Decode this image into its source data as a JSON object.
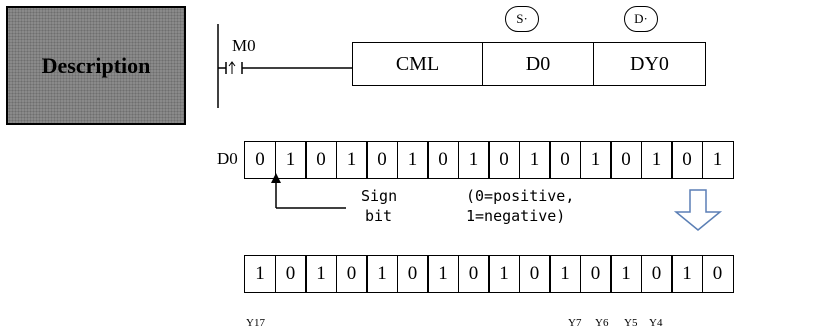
{
  "badge": {
    "label": "Description"
  },
  "ladder": {
    "contact": "M0",
    "instruction": "CML",
    "source": "D0",
    "destination": "DY0",
    "source_tag": "S·",
    "destination_tag": "D·"
  },
  "source_register": {
    "label": "D0",
    "bits": [
      "0",
      "1",
      "0",
      "1",
      "0",
      "1",
      "0",
      "1",
      "0",
      "1",
      "0",
      "1",
      "0",
      "1",
      "0",
      "1"
    ]
  },
  "sign_note": {
    "line1": "Sign",
    "line2": "bit",
    "def1": "(0=positive,",
    "def2": "1=negative)"
  },
  "result_register": {
    "bits": [
      "1",
      "0",
      "1",
      "0",
      "1",
      "0",
      "1",
      "0",
      "1",
      "0",
      "1",
      "0",
      "1",
      "0",
      "1",
      "0"
    ]
  },
  "output_labels": {
    "y17": "Y17",
    "y7": "Y7",
    "y6": "Y6",
    "y5": "Y5",
    "y4": "Y4"
  },
  "colors": {
    "badge_fill": "#8a8a8a",
    "line": "#000000",
    "arrow_outline": "#5b7fb5"
  }
}
